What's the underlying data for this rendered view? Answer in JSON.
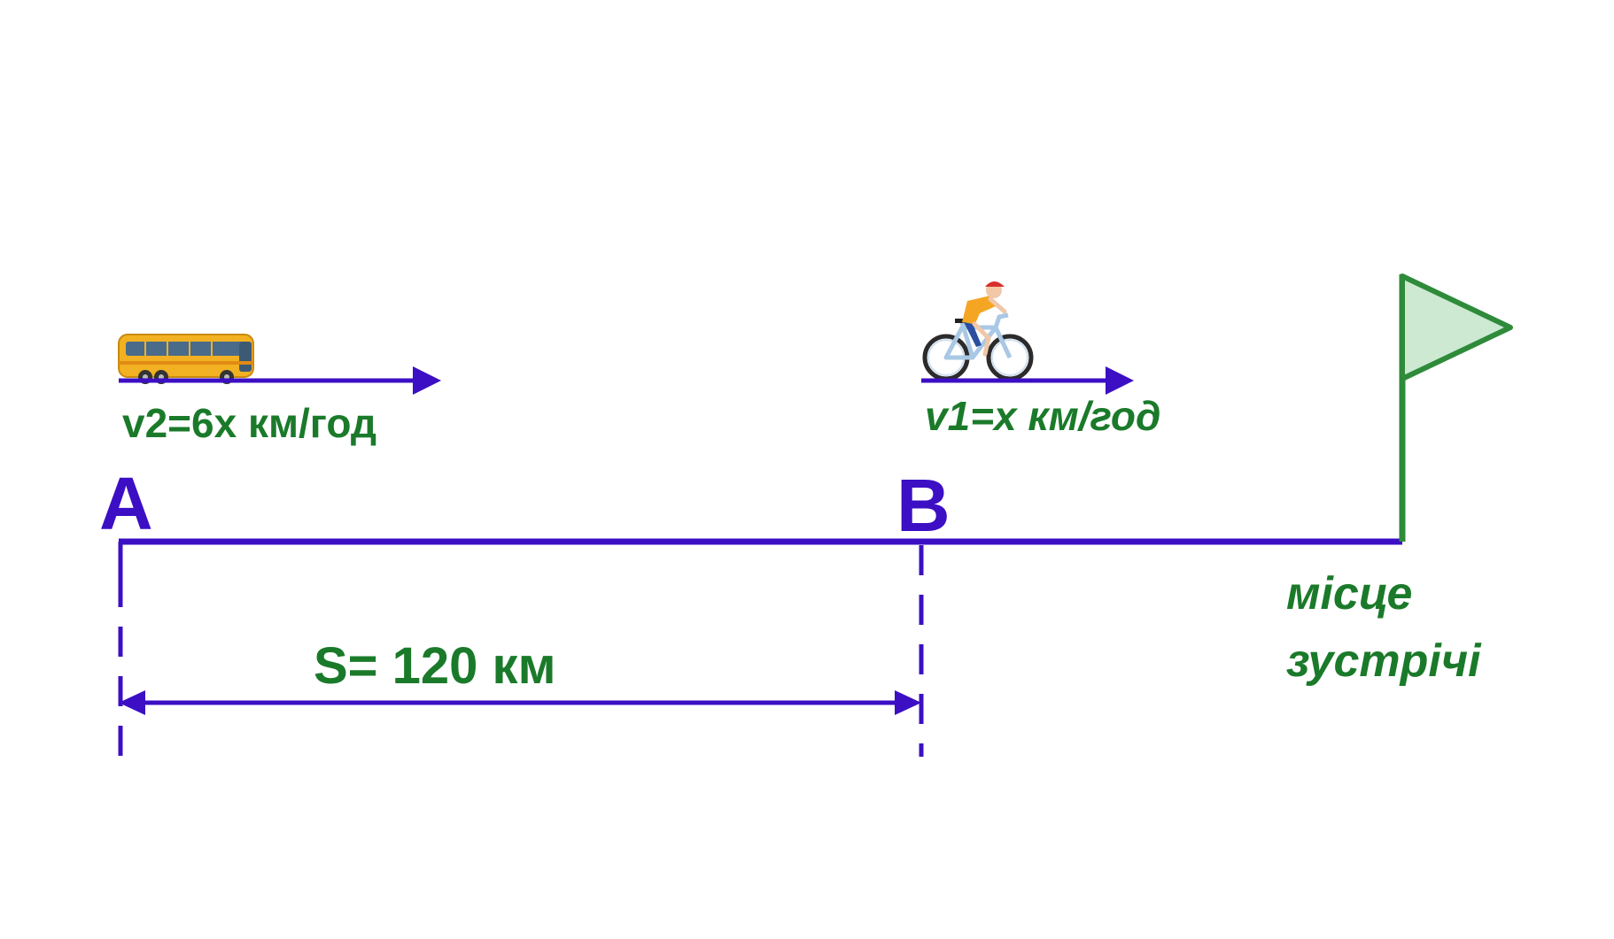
{
  "points": {
    "a": "A",
    "b": "B"
  },
  "bus": {
    "icon": "bus-icon",
    "speed_label": "v2=6x км/год"
  },
  "cyclist": {
    "icon": "bicycle-icon",
    "speed_label": "v1=x км/год"
  },
  "distance": {
    "label": "S= 120 км"
  },
  "meeting": {
    "icon": "flag-icon",
    "line1": "місце",
    "line2": "зустрічі"
  },
  "colors": {
    "line": "#3c0fc4",
    "text": "#1a7a2a",
    "flag_pole": "#2e8b3a",
    "flag_fill": "#cde9d2",
    "bus_body": "#f2b122"
  }
}
